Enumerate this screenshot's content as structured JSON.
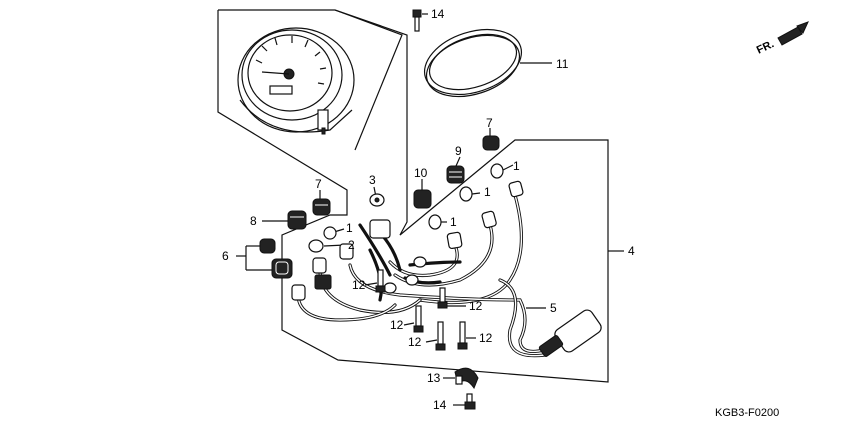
{
  "diagram": {
    "figure_code": "KGB3-F0200",
    "front_label": "FR.",
    "callouts": {
      "c1a": "1",
      "c1b": "1",
      "c1c": "1",
      "c1d": "1",
      "c2": "2",
      "c3": "3",
      "c4": "4",
      "c5": "5",
      "c6": "6",
      "c7a": "7",
      "c7b": "7",
      "c8": "8",
      "c9": "9",
      "c10": "10",
      "c11": "11",
      "c12a": "12",
      "c12b": "12",
      "c12c": "12",
      "c12d": "12",
      "c12e": "12",
      "c13": "13",
      "c14a": "14",
      "c14b": "14"
    }
  }
}
